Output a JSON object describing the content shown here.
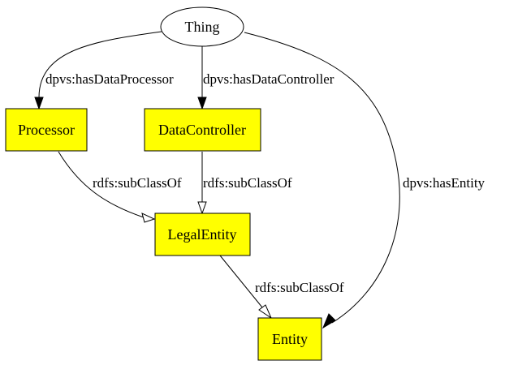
{
  "colors": {
    "class_fill": "#ffff00",
    "stroke": "#000000",
    "background": "#ffffff"
  },
  "nodes": {
    "thing": "Thing",
    "processor": "Processor",
    "data_controller": "DataController",
    "legal_entity": "LegalEntity",
    "entity": "Entity"
  },
  "edges": {
    "has_data_processor": "dpvs:hasDataProcessor",
    "has_data_controller": "dpvs:hasDataController",
    "has_entity": "dpvs:hasEntity",
    "processor_subclass": "rdfs:subClassOf",
    "controller_subclass": "rdfs:subClassOf",
    "legal_entity_subclass": "rdfs:subClassOf"
  }
}
